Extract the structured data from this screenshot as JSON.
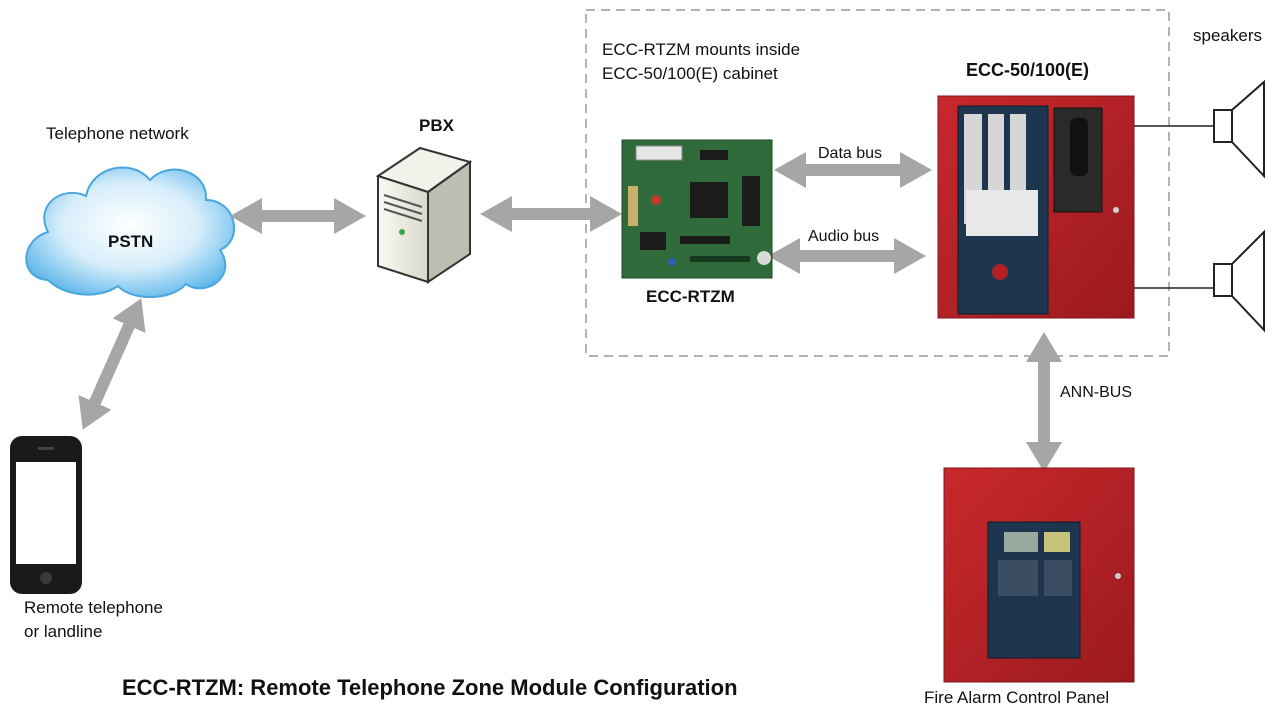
{
  "labels": {
    "cabinet_note_line1": "ECC-RTZM mounts inside",
    "cabinet_note_line2": "ECC-50/100(E) cabinet",
    "speakers": "speakers",
    "ecc_panel": "ECC-50/100(E)",
    "telephone_network": "Telephone network",
    "pbx": "PBX",
    "pstn": "PSTN",
    "data_bus": "Data bus",
    "audio_bus": "Audio bus",
    "rtzm": "ECC-RTZM",
    "ann_bus": "ANN-BUS",
    "remote_line1": "Remote telephone",
    "remote_line2": "or landline",
    "facp": "Fire Alarm Control Panel"
  },
  "title": "ECC-RTZM: Remote Telephone Zone Module Configuration",
  "colors": {
    "arrow": "#a6a6a6",
    "panel_red": "#b52025",
    "board_green": "#2f6b3a",
    "cloud_blue": "#5eb6ea",
    "dashed_border": "#9a9a9a"
  }
}
